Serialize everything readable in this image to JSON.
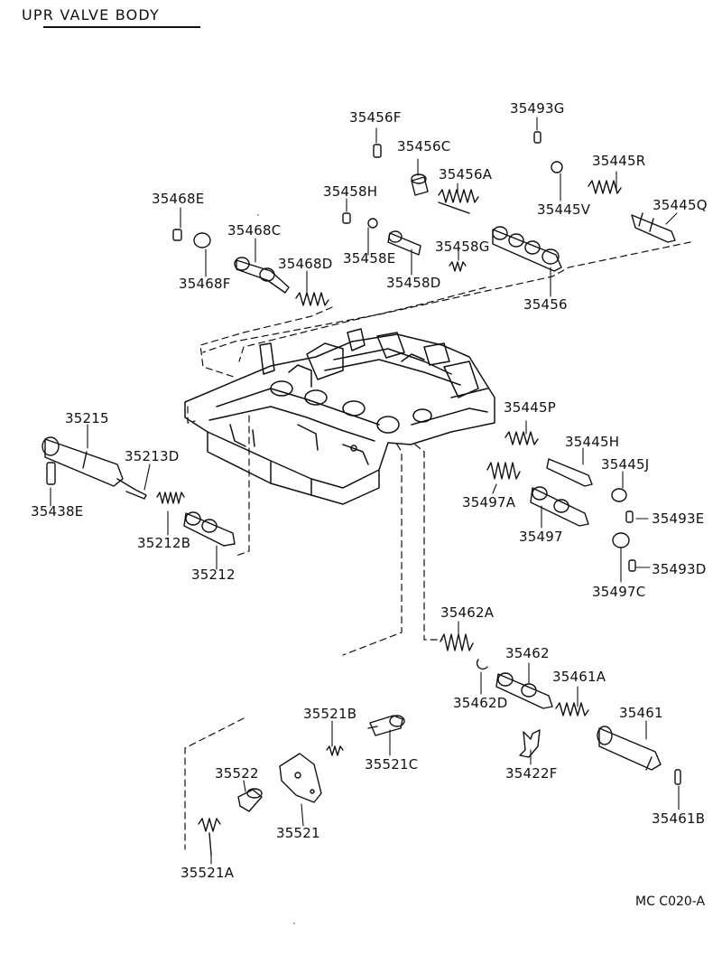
{
  "title": "UPR VALVE BODY",
  "diagram_code": "MC C020-A",
  "labels": {
    "p35456F": "35456F",
    "p35493G": "35493G",
    "p35456C": "35456C",
    "p35445R": "35445R",
    "p35456A": "35456A",
    "p35468E": "35468E",
    "p35458H": "35458H",
    "p35445V": "35445V",
    "p35445Q": "35445Q",
    "p35468C": "35468C",
    "p35458E": "35458E",
    "p35458G": "35458G",
    "p35468D": "35468D",
    "p35468F": "35468F",
    "p35458D": "35458D",
    "p35456": "35456",
    "p35445P": "35445P",
    "p35215": "35215",
    "p35445H": "35445H",
    "p35213D": "35213D",
    "p35445J": "35445J",
    "p35497A": "35497A",
    "p35438E": "35438E",
    "p35493E": "35493E",
    "p35212B": "35212B",
    "p35497": "35497",
    "p35212": "35212",
    "p35493D": "35493D",
    "p35497C": "35497C",
    "p35462A": "35462A",
    "p35462": "35462",
    "p35461A": "35461A",
    "p35462D": "35462D",
    "p35521B": "35521B",
    "p35461": "35461",
    "p35521C": "35521C",
    "p35522": "35522",
    "p35422F": "35422F",
    "p35461B": "35461B",
    "p35521": "35521",
    "p35521A": "35521A"
  }
}
